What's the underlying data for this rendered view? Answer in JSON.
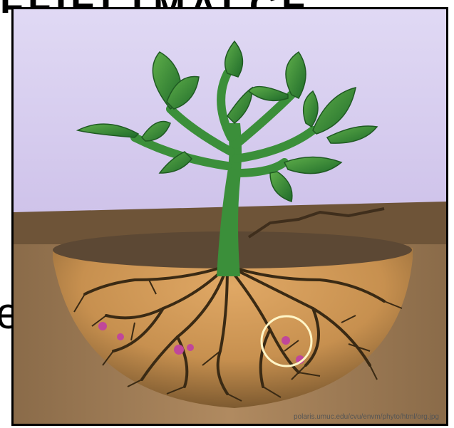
{
  "top_text_fragment": "FFIELTMALCE",
  "left_text_fragment": "e",
  "image": {
    "subject": "plant-with-root-system-illustration",
    "credit": "polaris.umuc.edu/cvu/envm/phyto/html/org.jpg"
  },
  "colors": {
    "sky": "#d9d0ee",
    "leaf": "#2f8a35",
    "stem": "#3b8f3a",
    "soil": "#c8935a",
    "soil_dark": "#7a5a38",
    "root": "#3a2a14",
    "nodule": "#c0479a",
    "highlight_circle": "#fff6c8"
  }
}
